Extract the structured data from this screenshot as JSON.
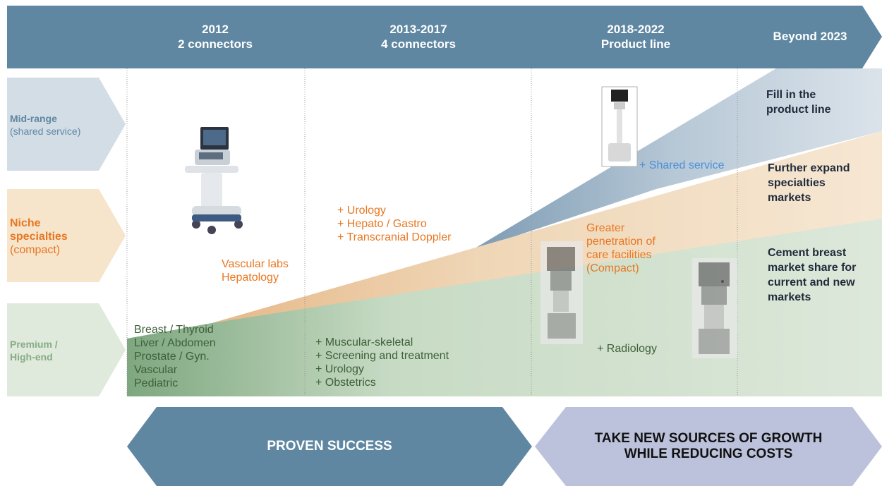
{
  "timeline": [
    {
      "line1": "2012",
      "line2": "2 connectors"
    },
    {
      "line1": "2013-2017",
      "line2": "4 connectors"
    },
    {
      "line1": "2018-2022",
      "line2": "Product line"
    },
    {
      "line1": "Beyond 2023",
      "line2": ""
    }
  ],
  "segments": {
    "midrange": {
      "title": "Mid-range",
      "sub": "(shared service)"
    },
    "niche": {
      "title_line1": "Niche",
      "title_line2": "specialties",
      "sub": "(compact)"
    },
    "premium": {
      "title_line1": "Premium /",
      "title_line2": "High-end"
    }
  },
  "col2012": {
    "niche_lines": [
      "Vascular labs",
      "Hepatology"
    ],
    "premium_lines": [
      "Breast / Thyroid",
      "Liver / Abdomen",
      "Prostate / Gyn.",
      "Vascular",
      "Pediatric"
    ]
  },
  "col2013": {
    "niche_lines": [
      "+ Urology",
      "+ Hepato / Gastro",
      "+ Transcranial Doppler"
    ],
    "premium_lines": [
      "+ Muscular-skeletal",
      "+ Screening and treatment",
      "+ Urology",
      "+ Obstetrics"
    ]
  },
  "col2018": {
    "midrange_text": "+ Shared service",
    "niche_lines": [
      "Greater",
      "penetration of",
      "care facilities",
      "(Compact)"
    ],
    "premium_text": "+ Radiology"
  },
  "beyond": {
    "midrange_lines": [
      "Fill in the",
      "product line"
    ],
    "niche_lines": [
      "Further expand",
      "specialties",
      "markets"
    ],
    "premium_lines": [
      "Cement breast",
      "market share for",
      "current and new",
      "markets"
    ]
  },
  "bottom": {
    "left_label": "PROVEN SUCCESS",
    "right_line1": "TAKE NEW SOURCES OF GROWTH",
    "right_line2": "WHILE REDUCING COSTS"
  },
  "colors": {
    "header": "#5f87a2",
    "midrange": "#d3dde6",
    "niche": "#f6e4cb",
    "premium": "#dfe9dc",
    "premium_dark": "#86ad86",
    "orange_text": "#e87722",
    "right_arrow": "#bcc2dc"
  },
  "icons": {
    "cart_2012": "ultrasound-cart-icon",
    "cart_mid": "compact-cart-icon",
    "device_blur_1": "blurred-device-icon",
    "device_blur_2": "blurred-device-icon"
  }
}
